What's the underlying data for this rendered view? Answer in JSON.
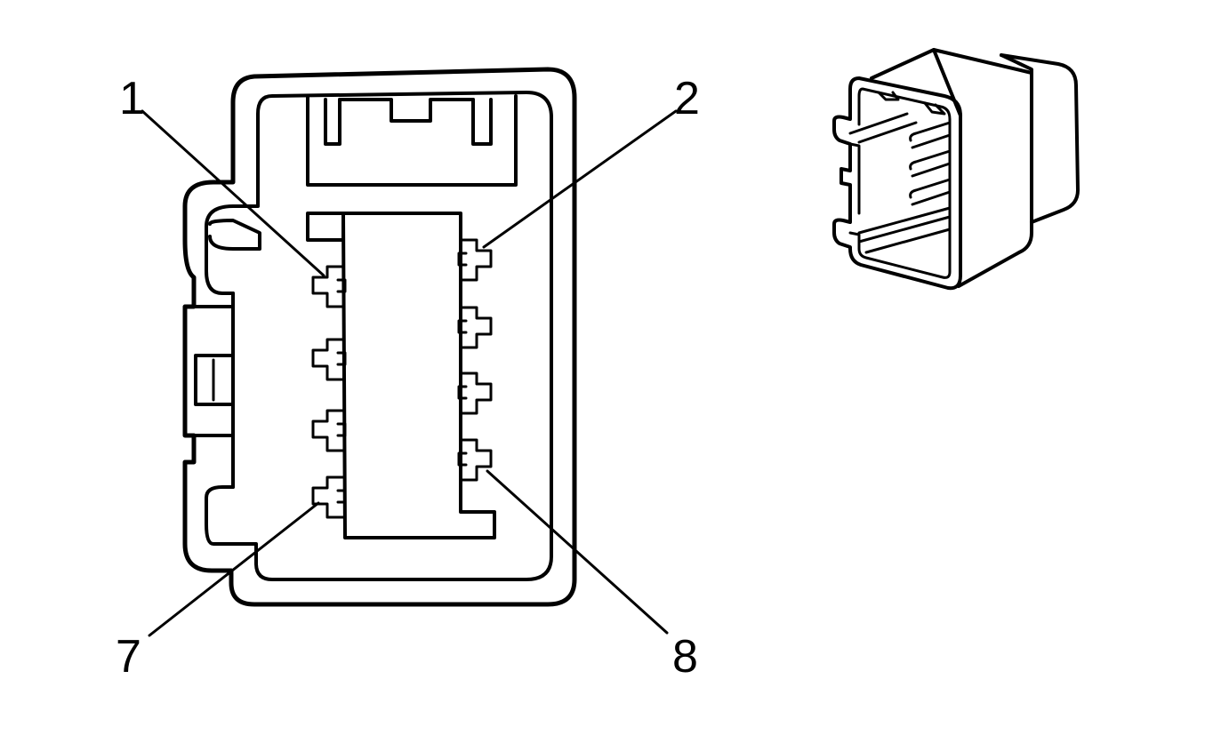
{
  "colors": {
    "line": "#000000",
    "background": "#ffffff"
  },
  "labels": {
    "pin_1": "1",
    "pin_2": "2",
    "pin_7": "7",
    "pin_8": "8"
  }
}
